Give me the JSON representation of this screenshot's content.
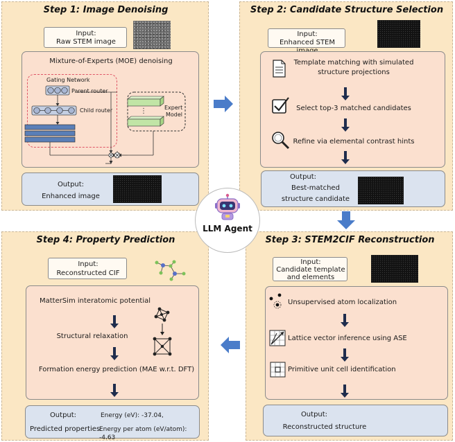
{
  "step1": {
    "title": "Step 1: Image Denoising",
    "input_label": "Input:",
    "input_value": "Raw STEM image",
    "moe_title": "Mixture-of-Experts (MOE) denoising",
    "gating_label": "Gating Network",
    "parent_router": "Parent router",
    "child_router": "Child router",
    "expert_label_1": "Expert",
    "expert_label_2": "Model",
    "output_label": "Output:",
    "output_value": "Enhanced image"
  },
  "step2": {
    "title": "Step 2: Candidate Structure Selection",
    "input_label": "Input:",
    "input_value": "Enhanced STEM image",
    "item1_line1": "Template matching with simulated",
    "item1_line2": "structure projections",
    "item2": "Select top-3 matched candidates",
    "item3": "Refine via elemental contrast hints",
    "output_label": "Output:",
    "output_line1": "Best-matched",
    "output_line2": "structure candidate"
  },
  "step3": {
    "title": "Step 3: STEM2CIF Reconstruction",
    "input_label": "Input:",
    "input_line1": "Candidate template",
    "input_line2": "and elements",
    "item1": "Unsupervised atom localization",
    "item2": "Lattice vector inference using ASE",
    "item3": "Primitive unit cell identification",
    "output_label": "Output:",
    "output_value": "Reconstructed structure"
  },
  "step4": {
    "title": "Step 4: Property Prediction",
    "input_label": "Input:",
    "input_value": "Reconstructed CIF",
    "item1": "MatterSim interatomic potential",
    "item2": "Structural relaxation",
    "item3": "Formation energy prediction (MAE w.r.t. DFT)",
    "output_label": "Output:",
    "output_value": "Predicted  properties",
    "energy_line": "Energy (eV): -37.04,",
    "energy_atom_line": "Energy per atom (eV/atom): -4.63"
  },
  "center": {
    "label": "LLM Agent"
  },
  "colors": {
    "step_bg": "#fbe7c4",
    "arrow_blue": "#4a7cc9",
    "output_bg": "#dbe3ef",
    "inner_bg": "#fbe0cf"
  }
}
